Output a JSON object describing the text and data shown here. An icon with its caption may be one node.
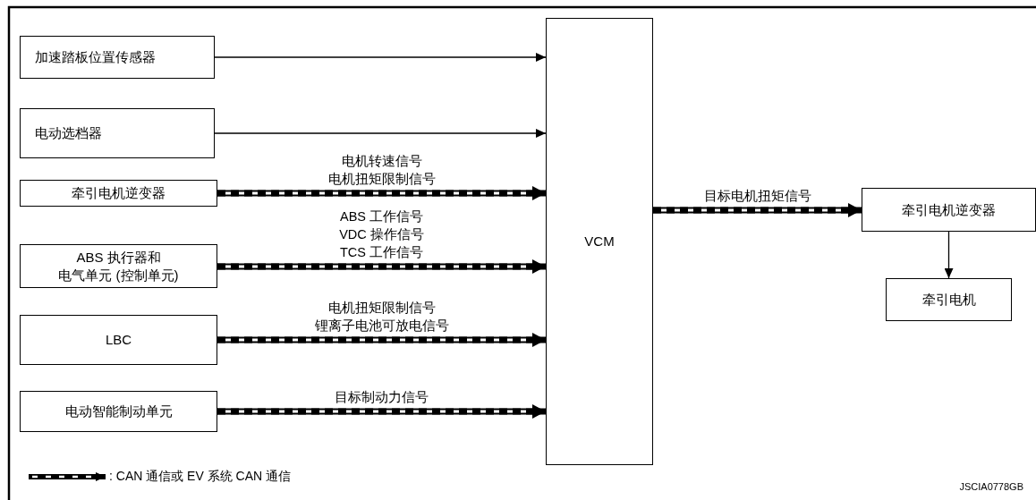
{
  "diagram": {
    "nodes": [
      {
        "text": [
          "加速踏板位置传感器"
        ]
      },
      {
        "text": [
          "电动选档器"
        ]
      },
      {
        "text": [
          "牵引电机逆变器"
        ]
      },
      {
        "text": [
          "ABS 执行器和电气单元 (控制单元)"
        ]
      },
      {
        "text": [
          "LBC"
        ]
      },
      {
        "text": [
          "电动智能制动单元"
        ]
      },
      {
        "text": [
          "VCM"
        ]
      },
      {
        "text": [
          "牵引电机逆变器"
        ]
      },
      {
        "text": [
          "牵引电机"
        ]
      }
    ],
    "edges": [
      {
        "from": 0,
        "to": 6,
        "arrow": "to"
      },
      {
        "from": 1,
        "to": 6,
        "arrow": "to"
      },
      {
        "from": 2,
        "to": 6,
        "arrow": "to",
        "style": "dashed",
        "label": "电机转速信号电机扭矩限制信号"
      },
      {
        "from": 3,
        "to": 6,
        "arrow": "to",
        "style": "dashed",
        "label": "ABS 工作信号 VDC 操作信号 TCS 工作信号"
      },
      {
        "from": 4,
        "to": 6,
        "arrow": "to",
        "style": "dashed",
        "label": "电机扭矩限制信号锂离子电池可放电信号"
      },
      {
        "from": 5,
        "to": 6,
        "arrow": "to",
        "style": "dashed",
        "label": "目标制动力信号"
      },
      {
        "from": 6,
        "to": 7,
        "arrow": "to",
        "style": "dashed",
        "label": "目标电机扭矩信号"
      },
      {
        "from": 7,
        "to": 8,
        "arrow": "to"
      }
    ],
    "labels": [
      "JSCIA0778GB"
    ],
    "legend": [
      {
        "text": ": CAN 通信或 EV 系统 CAN 通信"
      }
    ]
  }
}
